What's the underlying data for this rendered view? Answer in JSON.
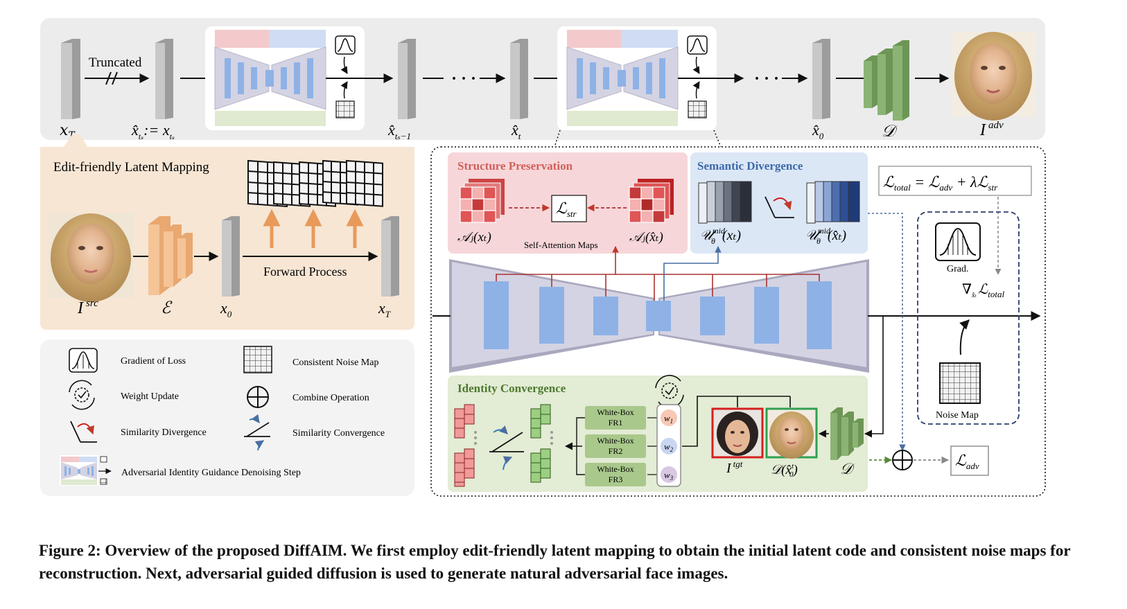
{
  "top_row": {
    "truncated_label": "Truncated",
    "dots": "· · ·",
    "labels": {
      "x_T": "x",
      "x_T_sub": "T",
      "x_ts": "x̂",
      "x_ts_sub": "tₛ",
      "x_ts_assign": ":= x",
      "x_ts_assign_sub": "tₛ",
      "x_ts_minus1": "x̂",
      "x_ts_minus1_sub": "tₛ−1",
      "x_t": "x̂",
      "x_t_sub": "t",
      "x_0": "x̂",
      "x_0_sub": "0",
      "decoder": "𝒟",
      "I_adv": "I",
      "I_adv_sup": "adv"
    }
  },
  "latent_mapping": {
    "title": "Edit-friendly Latent Mapping",
    "forward_process": "Forward Process",
    "I_src": "I",
    "I_src_sup": "src",
    "encoder": "ℰ",
    "x0": "x",
    "x0_sub": "0",
    "xT": "x",
    "xT_sub": "T"
  },
  "legend": {
    "items": [
      {
        "icon": "gradient-of-loss-icon",
        "label": "Gradient of Loss"
      },
      {
        "icon": "consistent-noise-map-icon",
        "label": "Consistent Noise Map"
      },
      {
        "icon": "weight-update-icon",
        "label": "Weight Update"
      },
      {
        "icon": "combine-operation-icon",
        "label": "Combine Operation"
      },
      {
        "icon": "similarity-divergence-icon",
        "label": "Similarity Divergence"
      },
      {
        "icon": "similarity-convergence-icon",
        "label": "Similarity Convergence"
      },
      {
        "icon": "adversarial-step-icon",
        "label": "Adversarial Identity Guidance Denoising Step"
      }
    ]
  },
  "structure_preservation": {
    "title": "Structure Preservation",
    "loss": "ℒ",
    "loss_sub": "str",
    "A_left": "𝒜ⱼ(xₜ)",
    "A_right": "𝒜ⱼ(x̂ₜ)",
    "attn_label": "Self-Attention Maps"
  },
  "semantic_divergence": {
    "title": "Semantic Divergence",
    "U_left": "𝒰",
    "U_left_arg": "(xₜ)",
    "U_right": "𝒰",
    "U_right_arg": "(x̂ₜ)",
    "U_sup": "mid",
    "U_sub": "θ"
  },
  "total_loss": {
    "text": "ℒ",
    "sub1": "total",
    "eq": " = ℒ",
    "sub2": "adv",
    "plus": " + λℒ",
    "sub3": "str"
  },
  "gradient_box": {
    "grad_label": "Grad.",
    "nabla": "∇",
    "nabla_sub": "x̂ₜ",
    "nabla_loss": "ℒ",
    "nabla_loss_sub": "total",
    "noise_map_label": "Noise Map"
  },
  "identity_convergence": {
    "title": "Identity Convergence",
    "fr_boxes": [
      {
        "line1": "White-Box",
        "line2": "FR1",
        "weight": "w",
        "weight_sub": "1",
        "color": "#f7c8b5"
      },
      {
        "line1": "White-Box",
        "line2": "FR2",
        "weight": "w",
        "weight_sub": "2",
        "color": "#c9d6f2"
      },
      {
        "line1": "White-Box",
        "line2": "FR3",
        "weight": "w",
        "weight_sub": "3",
        "color": "#d8c8e2"
      }
    ],
    "I_tgt": "I",
    "I_tgt_sup": "tgt",
    "D_x0": "𝒟(x̂",
    "D_x0_sup": "t",
    "D_x0_sub": "0",
    "D_x0_close": ")",
    "decoder": "𝒟"
  },
  "adv_loss": {
    "text": "ℒ",
    "sub": "adv"
  },
  "caption": "Figure 2: Overview of the proposed DiffAIM. We first employ edit-friendly latent mapping to obtain the initial latent code and consistent noise maps for reconstruction. Next, adversarial guided diffusion is used to generate natural adversarial face images.",
  "colors": {
    "top_band": "#ececec",
    "latent_panel": "#f7e6d4",
    "legend_panel": "#f3f3f3",
    "structure_panel": "#f6d6d9",
    "semantic_panel": "#dce7f6",
    "identity_panel": "#e3ecd4",
    "unet_body": "#d4d3e3",
    "unet_block": "#8eb2e6",
    "latent_bar": "#c4c4c4",
    "decoder_green": "#88b072",
    "encoder_orange": "#f2c296"
  }
}
